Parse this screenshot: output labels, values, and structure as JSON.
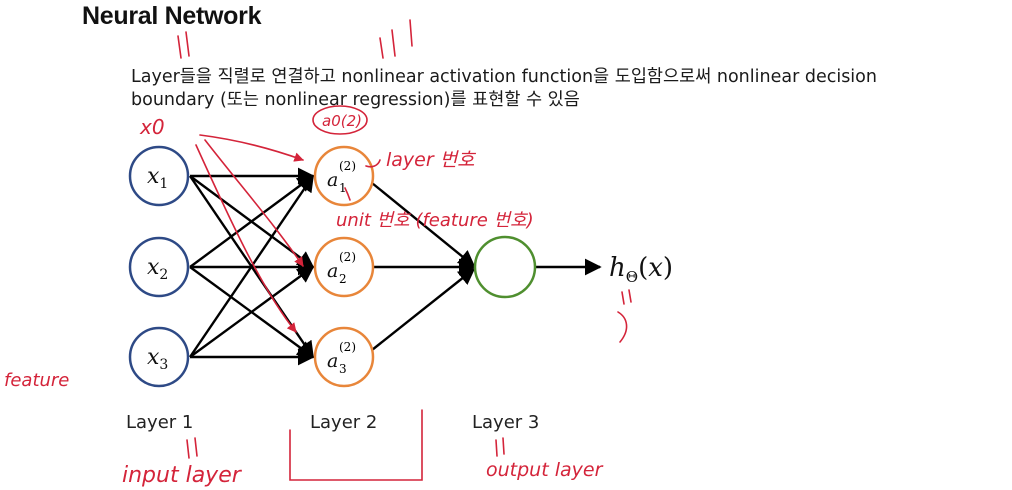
{
  "slide": {
    "title": "Neural Network",
    "description_line1": "Layer들을 직렬로 연결하고 nonlinear activation function을 도입함으로써 nonlinear decision",
    "description_line2": "boundary (또는 nonlinear regression)를 표현할 수 있음"
  },
  "network": {
    "inputs": [
      "x1",
      "x2",
      "x3"
    ],
    "hidden": [
      "a1(2)",
      "a2(2)",
      "a3(2)"
    ],
    "output_label": "hΘ(x)",
    "layer_labels": [
      "Layer 1",
      "Layer 2",
      "Layer 3"
    ],
    "colors": {
      "input": "#2e4a86",
      "hidden": "#e8863a",
      "output": "#4f8f2f",
      "ink": "#d4243a"
    }
  },
  "annotations": {
    "bias_input": "x0",
    "bias_hidden": "a0(2)",
    "layer_number": "layer 번호",
    "unit_number": "unit 번호 (feature 번호)",
    "feature": "feature",
    "input_layer": "input layer",
    "output_layer": "output layer"
  }
}
